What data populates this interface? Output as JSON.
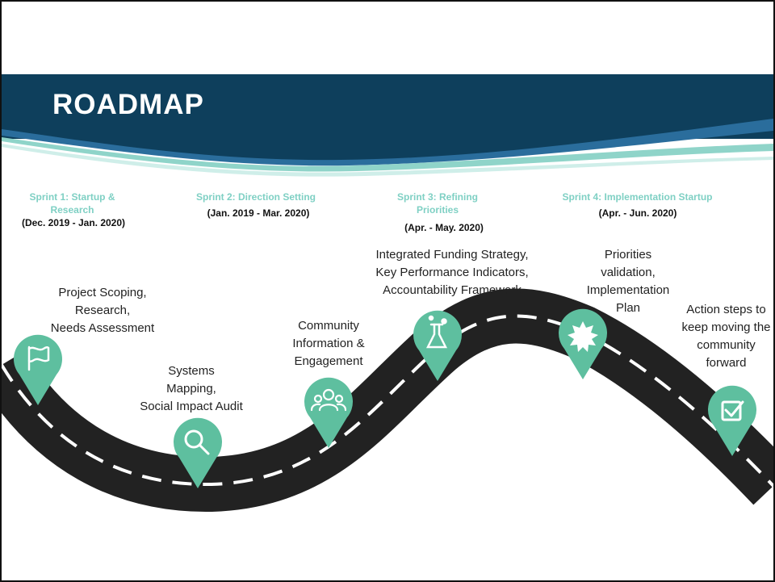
{
  "title": "ROADMAP",
  "colors": {
    "header_dark": "#0e3f5c",
    "header_blue": "#2a6d9c",
    "accent_teal": "#8fd4c9",
    "pin_teal": "#5ebf9f",
    "road": "#222222",
    "sprint_text": "#7fd0c4"
  },
  "sprints": [
    {
      "title": "Sprint 1: Startup & Research",
      "date": "(Dec. 2019 - Jan. 2020)"
    },
    {
      "title": "Sprint 2: Direction Setting",
      "date": "(Jan. 2019 - Mar. 2020)"
    },
    {
      "title": "Sprint 3: Refining Priorities",
      "date": "(Apr. - May. 2020)"
    },
    {
      "title": "Sprint 4: Implementation Startup",
      "date": "(Apr. - Jun. 2020)"
    }
  ],
  "milestones": [
    {
      "text": "Project Scoping,\nResearch,\nNeeds Assessment",
      "icon": "flag-icon"
    },
    {
      "text": "Systems\nMapping,\nSocial Impact Audit",
      "icon": "magnifier-icon"
    },
    {
      "text": "Community\nInformation &\nEngagement",
      "icon": "people-icon"
    },
    {
      "text": "Integrated Funding Strategy,\nKey Performance Indicators,\nAccountability Framework",
      "icon": "flask-icon"
    },
    {
      "text": "Priorities\nvalidation,\nImplementation\nPlan",
      "icon": "burst-icon"
    },
    {
      "text": "Action steps to\nkeep moving the\ncommunity\nforward",
      "icon": "checkbox-icon"
    }
  ]
}
